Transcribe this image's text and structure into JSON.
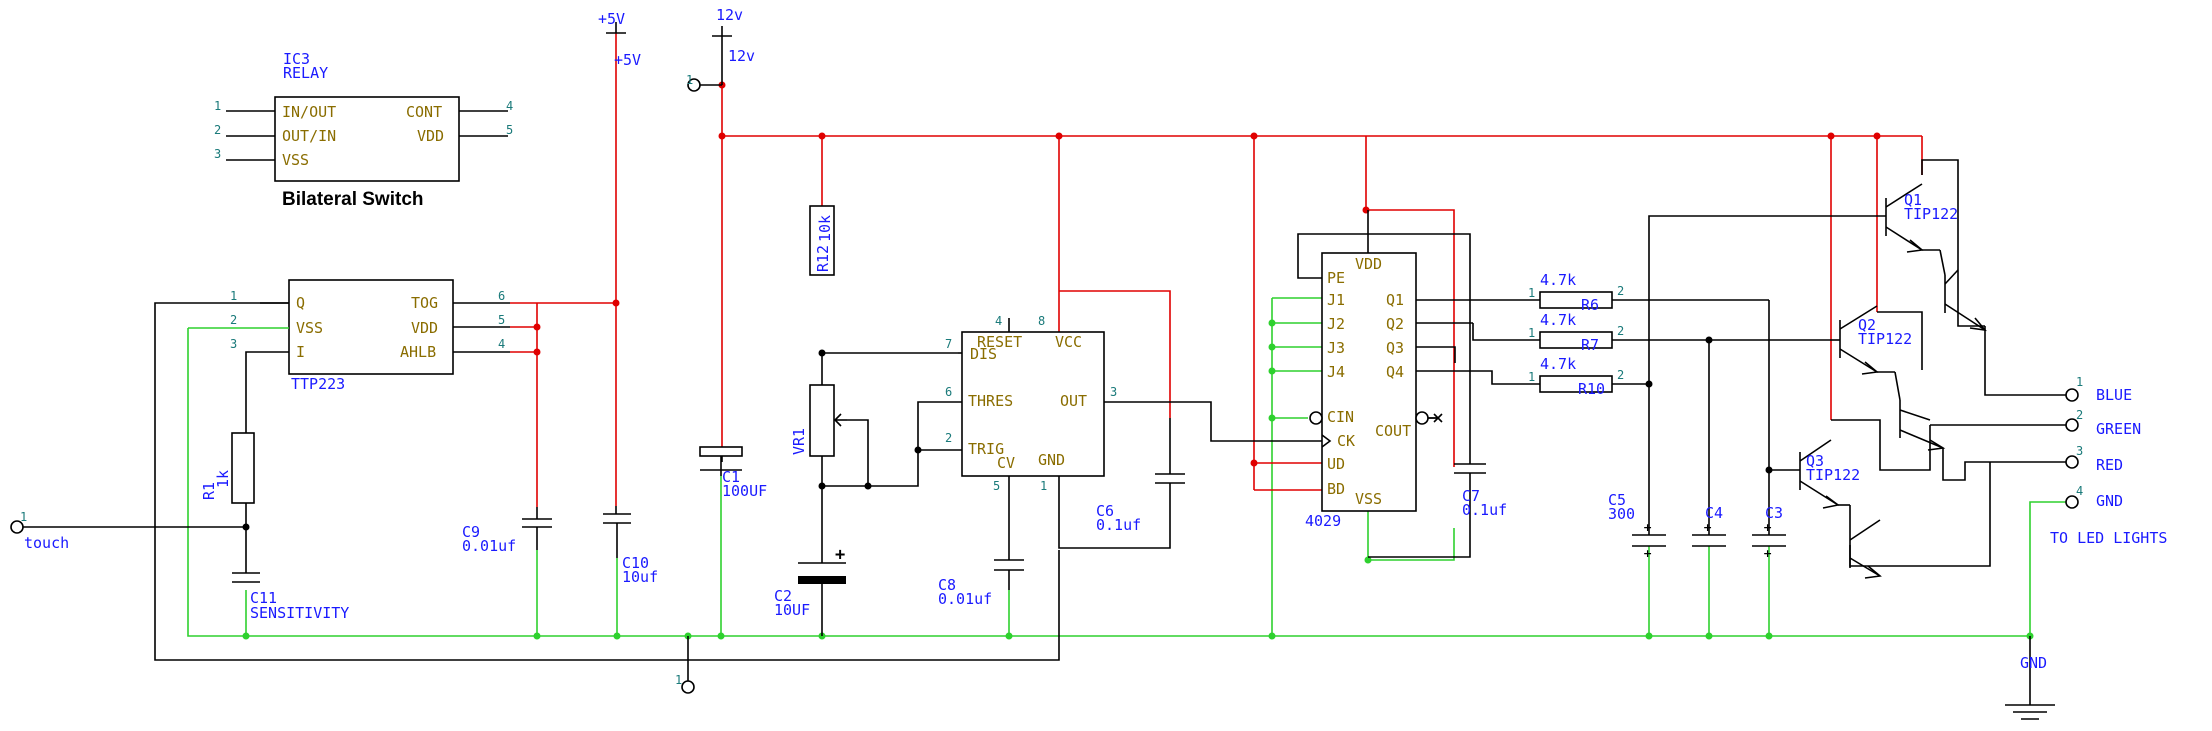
{
  "supplies": {
    "v5_top": "+5V",
    "v5_side": "+5V",
    "v12_top": "12v",
    "v12_side": "12v",
    "gnd": "GND"
  },
  "ic3": {
    "ref": "IC3",
    "name": "RELAY",
    "caption": "Bilateral Switch",
    "pins_left": [
      "IN/OUT",
      "OUT/IN",
      "VSS"
    ],
    "pins_right": [
      "CONT",
      "VDD"
    ],
    "num_left": [
      "1",
      "2",
      "3"
    ],
    "num_right": [
      "4",
      "5"
    ]
  },
  "ttp223": {
    "name": "TTP223",
    "pins_left": [
      "Q",
      "VSS",
      "I"
    ],
    "pins_right": [
      "TOG",
      "VDD",
      "AHLB"
    ],
    "num_left": [
      "1",
      "2",
      "3"
    ],
    "num_right": [
      "6",
      "5",
      "4"
    ]
  },
  "timer": {
    "pins": [
      "RESET",
      "VCC",
      "DIS",
      "THRES",
      "OUT",
      "TRIG",
      "CV",
      "GND"
    ],
    "nums": [
      "4",
      "8",
      "7",
      "6",
      "3",
      "2",
      "5",
      "1"
    ]
  },
  "counter": {
    "name": "4029",
    "pins_left": [
      "PE",
      "J1",
      "J2",
      "J3",
      "J4",
      "CIN",
      "CK",
      "UD",
      "BD"
    ],
    "pins_right": [
      "VDD",
      "Q1",
      "Q2",
      "Q3",
      "Q4",
      "COUT",
      "VSS"
    ]
  },
  "components": {
    "r1": {
      "ref": "R1",
      "value": "1k"
    },
    "r12": {
      "ref": "R12",
      "value": "10k"
    },
    "vr1": {
      "ref": "VR1"
    },
    "r6": {
      "ref": "R6",
      "value": "4.7k"
    },
    "r7": {
      "ref": "R7",
      "value": "4.7k"
    },
    "r10": {
      "ref": "R10",
      "value": "4.7k"
    },
    "c1": {
      "ref": "C1",
      "value": "100UF"
    },
    "c2": {
      "ref": "C2",
      "value": "10UF"
    },
    "c3": {
      "ref": "C3"
    },
    "c4": {
      "ref": "C4"
    },
    "c5": {
      "ref": "C5",
      "value": "300"
    },
    "c6": {
      "ref": "C6",
      "value": "0.1uf"
    },
    "c7": {
      "ref": "C7",
      "value": "0.1uf"
    },
    "c8": {
      "ref": "C8",
      "value": "0.01uf"
    },
    "c9": {
      "ref": "C9",
      "value": "0.01uf"
    },
    "c10": {
      "ref": "C10",
      "value": "10uf"
    },
    "c11": {
      "ref": "C11",
      "value": "SENSITIVITY"
    },
    "q1": {
      "ref": "Q1",
      "value": "TIP122"
    },
    "q2": {
      "ref": "Q2",
      "value": "TIP122"
    },
    "q3": {
      "ref": "Q3",
      "value": "TIP122"
    }
  },
  "connectors": {
    "touch": {
      "num": "1",
      "label": "touch"
    },
    "blue": {
      "num": "1",
      "label": "BLUE"
    },
    "green": {
      "num": "2",
      "label": "GREEN"
    },
    "red": {
      "num": "3",
      "label": "RED"
    },
    "gnd": {
      "num": "4",
      "label": "GND"
    },
    "note": "TO LED LIGHTS",
    "pwr_num": "1",
    "gnd_num": "1"
  },
  "resistor_pin_nums": [
    "1",
    "2"
  ],
  "colors": {
    "wire": "#000000",
    "supply": "#e00000",
    "ground": "#2ed12e",
    "label": "#1a1aff",
    "pin": "#8a6d00"
  }
}
